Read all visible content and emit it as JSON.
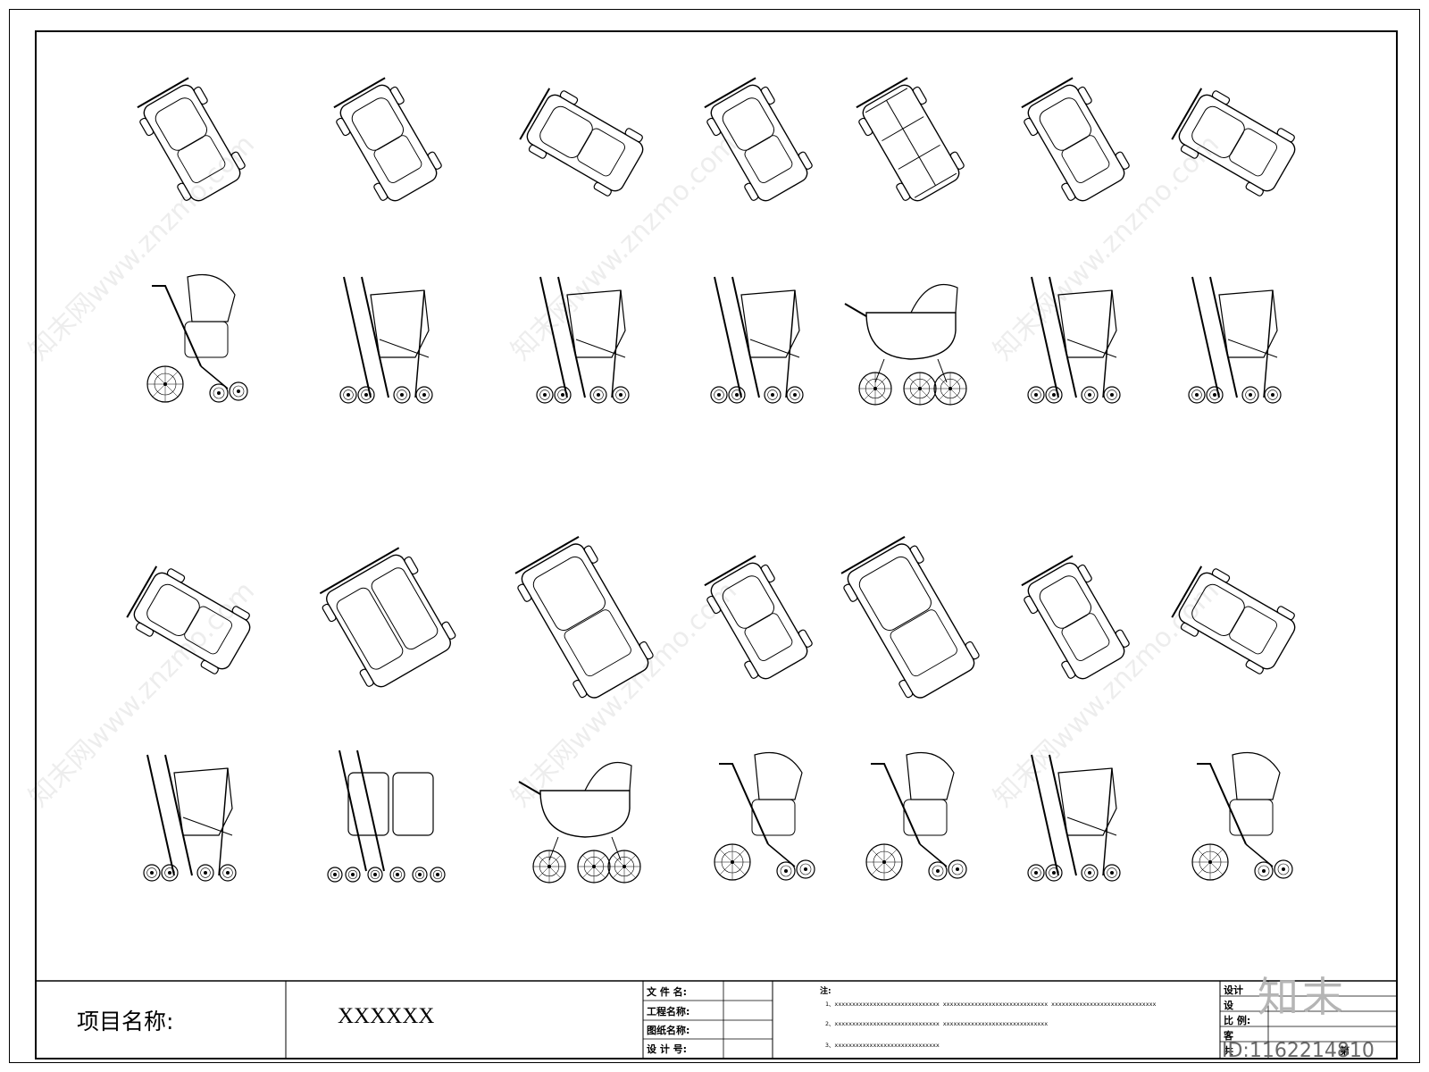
{
  "title_block": {
    "project_label": "项目名称:",
    "project_value": "XXXXXX",
    "file_name_label": "文 件 名:",
    "project_name_label": "工程名称:",
    "drawing_name_label": "图纸名称:",
    "design_no_label": "设 计 号:",
    "notes_label": "注:",
    "notes": [
      "1、xxxxxxxxxxxxxxxxxxxxxxxxxxxxxx    xxxxxxxxxxxxxxxxxxxxxxxxxxxxxx    xxxxxxxxxxxxxxxxxxxxxxxxxxxxxx",
      "2、xxxxxxxxxxxxxxxxxxxxxxxxxxxxxx    xxxxxxxxxxxxxxxxxxxxxxxxxxxxxx",
      "3、xxxxxxxxxxxxxxxxxxxxxxxxxxxxxx"
    ],
    "right_labels": [
      "设计",
      "设",
      "比  例:",
      "客",
      "共"
    ],
    "page_label": "第"
  },
  "watermark": {
    "text": "知末网www.znzmo.com",
    "logo": "知末",
    "drawing_id": "ID:1162214810"
  },
  "colors": {
    "line": "#000000",
    "background": "#ffffff",
    "watermark": "#c8c8c8"
  },
  "symbols": {
    "rows": [
      {
        "view": "top",
        "kinds": [
          "single",
          "single",
          "single",
          "single",
          "folded",
          "single",
          "single"
        ]
      },
      {
        "view": "side",
        "kinds": [
          "jogger",
          "umbrella",
          "umbrella",
          "umbrella",
          "pram",
          "umbrella",
          "umbrella"
        ]
      },
      {
        "view": "top",
        "kinds": [
          "single",
          "double",
          "bassinet",
          "single",
          "wide",
          "single",
          "single"
        ]
      },
      {
        "view": "side",
        "kinds": [
          "umbrella",
          "twin",
          "pram",
          "jogger",
          "jogger",
          "umbrella",
          "jogger"
        ]
      }
    ]
  }
}
